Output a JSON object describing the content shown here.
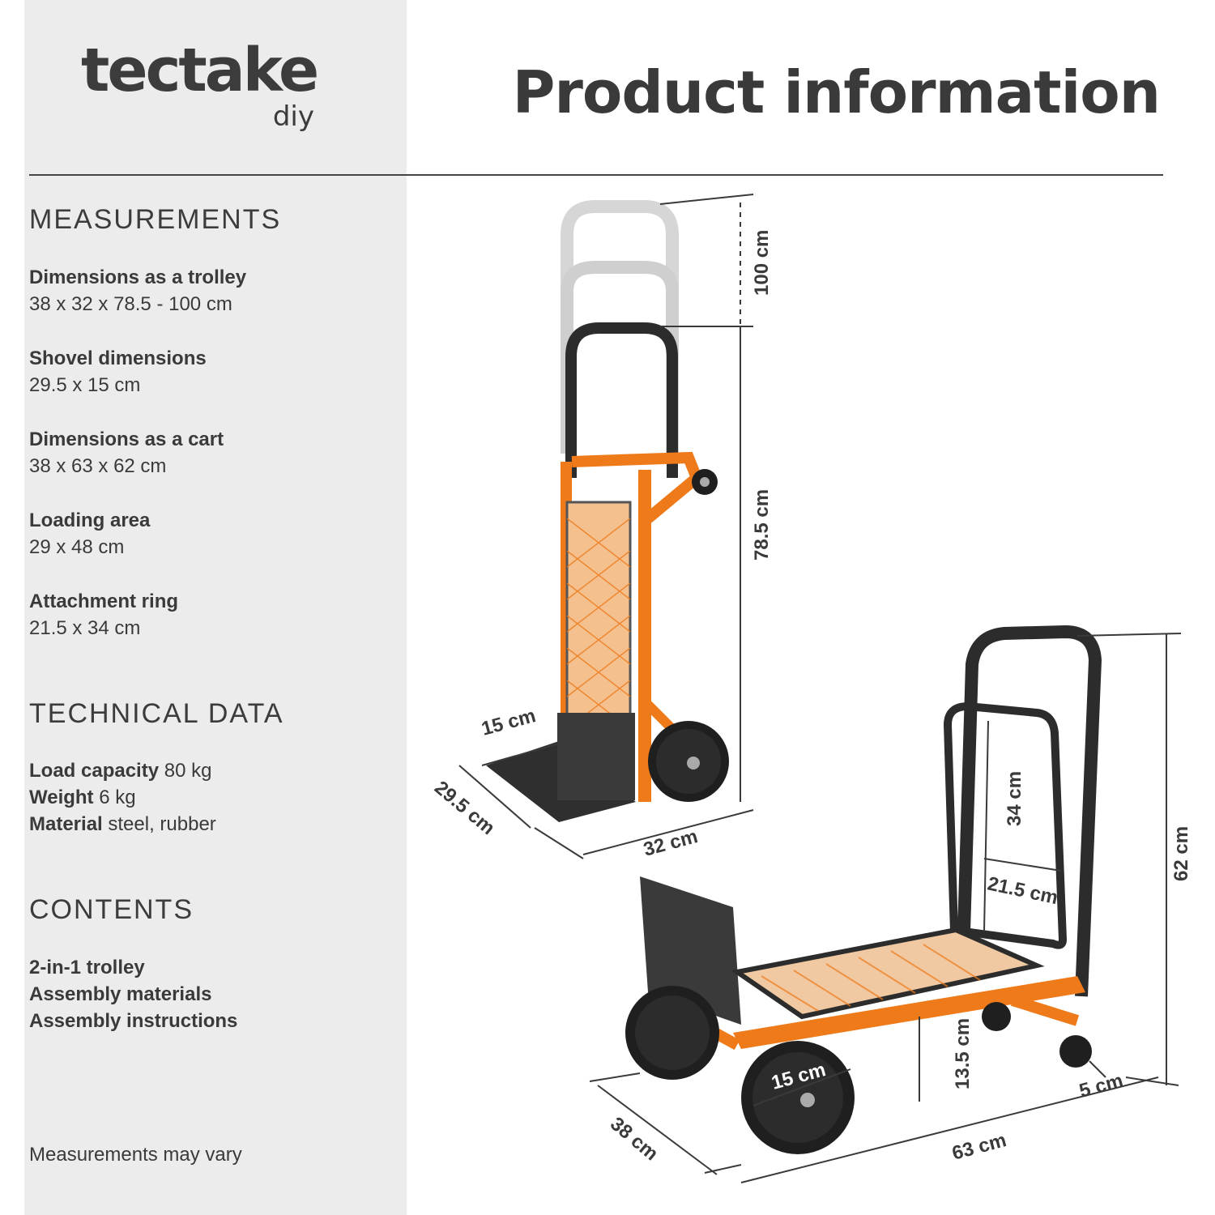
{
  "brand": {
    "name": "tectake",
    "sub": "diy"
  },
  "title": "Product information",
  "measurements": {
    "heading": "MEASUREMENTS",
    "items": [
      {
        "label": "Dimensions as a trolley",
        "value": "38 x 32 x 78.5 - 100 cm"
      },
      {
        "label": "Shovel dimensions",
        "value": "29.5 x 15 cm"
      },
      {
        "label": "Dimensions as a cart",
        "value": "38 x 63 x 62 cm"
      },
      {
        "label": "Loading area",
        "value": "29 x 48 cm"
      },
      {
        "label": "Attachment ring",
        "value": "21.5 x 34  cm"
      }
    ]
  },
  "technical": {
    "heading": "TECHNICAL DATA",
    "items": [
      {
        "label": "Load capacity",
        "value": "80 kg"
      },
      {
        "label": "Weight",
        "value": "6 kg"
      },
      {
        "label": "Material",
        "value": "steel, rubber"
      }
    ]
  },
  "contents": {
    "heading": "CONTENTS",
    "items": [
      "2-in-1 trolley",
      "Assembly materials",
      "Assembly instructions"
    ]
  },
  "footnote": "Measurements may vary",
  "dimensions": {
    "trolley": {
      "ext_height": "100 cm",
      "height": "78.5 cm",
      "shovel_depth": "15 cm",
      "shovel_width": "29.5 cm",
      "base_width": "32 cm"
    },
    "cart": {
      "ring_height": "34 cm",
      "ring_width": "21.5 cm",
      "height": "62 cm",
      "clearance": "13.5 cm",
      "wheel": "15 cm",
      "caster": "5 cm",
      "depth": "38 cm",
      "length": "63 cm"
    }
  },
  "colors": {
    "frame": "#ee7a1a",
    "handle": "#2c2c2c",
    "text": "#3a3a3a",
    "panel": "#ececec"
  }
}
